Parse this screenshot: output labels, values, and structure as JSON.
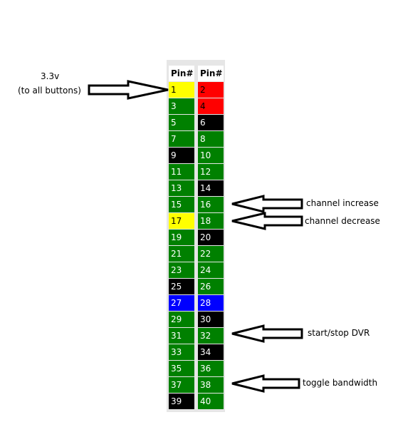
{
  "table": {
    "header_left": "Pin#",
    "header_right": "Pin#",
    "colors": {
      "green": "#008000",
      "black": "#000000",
      "red": "#ff0000",
      "yellow": "#ffff00",
      "blue": "#0000ff"
    },
    "rows": [
      {
        "left": "1",
        "left_color": "yellow",
        "right": "2",
        "right_color": "red"
      },
      {
        "left": "3",
        "left_color": "green",
        "right": "4",
        "right_color": "red"
      },
      {
        "left": "5",
        "left_color": "green",
        "right": "6",
        "right_color": "black"
      },
      {
        "left": "7",
        "left_color": "green",
        "right": "8",
        "right_color": "green"
      },
      {
        "left": "9",
        "left_color": "black",
        "right": "10",
        "right_color": "green"
      },
      {
        "left": "11",
        "left_color": "green",
        "right": "12",
        "right_color": "green"
      },
      {
        "left": "13",
        "left_color": "green",
        "right": "14",
        "right_color": "black"
      },
      {
        "left": "15",
        "left_color": "green",
        "right": "16",
        "right_color": "green"
      },
      {
        "left": "17",
        "left_color": "yellow",
        "right": "18",
        "right_color": "green"
      },
      {
        "left": "19",
        "left_color": "green",
        "right": "20",
        "right_color": "black"
      },
      {
        "left": "21",
        "left_color": "green",
        "right": "22",
        "right_color": "green"
      },
      {
        "left": "23",
        "left_color": "green",
        "right": "24",
        "right_color": "green"
      },
      {
        "left": "25",
        "left_color": "black",
        "right": "26",
        "right_color": "green"
      },
      {
        "left": "27",
        "left_color": "blue",
        "right": "28",
        "right_color": "blue"
      },
      {
        "left": "29",
        "left_color": "green",
        "right": "30",
        "right_color": "black"
      },
      {
        "left": "31",
        "left_color": "green",
        "right": "32",
        "right_color": "green"
      },
      {
        "left": "33",
        "left_color": "green",
        "right": "34",
        "right_color": "black"
      },
      {
        "left": "35",
        "left_color": "green",
        "right": "36",
        "right_color": "green"
      },
      {
        "left": "37",
        "left_color": "green",
        "right": "38",
        "right_color": "green"
      },
      {
        "left": "39",
        "left_color": "black",
        "right": "40",
        "right_color": "green"
      }
    ]
  },
  "annotations": [
    {
      "id": "power",
      "lines": [
        "3.3v",
        "(to all buttons)"
      ],
      "pin": "1"
    },
    {
      "id": "channel-increase",
      "lines": [
        "channel increase"
      ],
      "pin": "16"
    },
    {
      "id": "channel-decrease",
      "lines": [
        "channel decrease"
      ],
      "pin": "18"
    },
    {
      "id": "dvr",
      "lines": [
        "start/stop DVR"
      ],
      "pin": "32"
    },
    {
      "id": "bandwidth",
      "lines": [
        "toggle bandwidth"
      ],
      "pin": "38"
    }
  ]
}
